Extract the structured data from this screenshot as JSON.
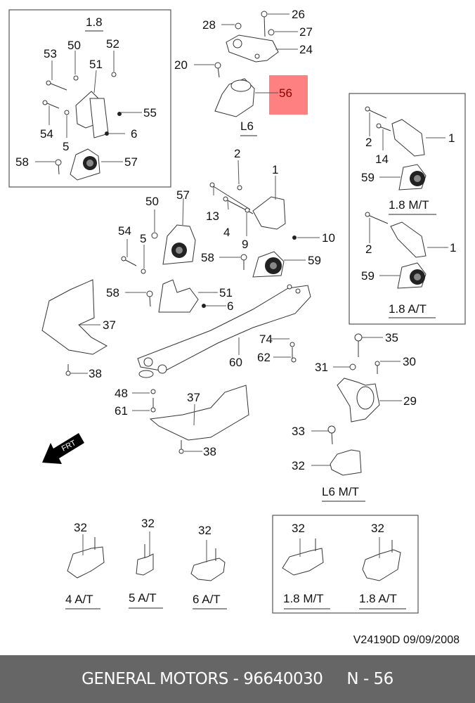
{
  "diagram": {
    "title": "Engine mount / transmission support parts diagram",
    "highlight": {
      "label": "56",
      "color": "#ff8080",
      "text_color": "#8b0000"
    },
    "groups": {
      "top_left": {
        "caption": "1.8",
        "labels": [
          "53",
          "50",
          "51",
          "52",
          "55",
          "54",
          "5",
          "6",
          "58",
          "57"
        ]
      },
      "top_center": {
        "caption": "L6",
        "labels": [
          "26",
          "28",
          "27",
          "24",
          "20",
          "56"
        ]
      },
      "right": {
        "captions": [
          "1.8 M/T",
          "1.8 A/T"
        ],
        "labels": [
          "2",
          "14",
          "1",
          "59",
          "2",
          "1",
          "59"
        ]
      },
      "center": {
        "labels": [
          "2",
          "1",
          "13",
          "4",
          "9",
          "10",
          "50",
          "57",
          "54",
          "5",
          "58",
          "59",
          "58",
          "51",
          "6",
          "37",
          "74",
          "60",
          "62",
          "38",
          "48",
          "61",
          "37",
          "38"
        ]
      },
      "l6_mt": {
        "caption": "L6 M/T",
        "labels": [
          "35",
          "31",
          "30",
          "29",
          "33",
          "32"
        ]
      },
      "bottom_variants": [
        {
          "label": "32",
          "caption": "4 A/T"
        },
        {
          "label": "32",
          "caption": "5 A/T"
        },
        {
          "label": "32",
          "caption": "6 A/T"
        },
        {
          "label": "32",
          "caption": "1.8 M/T"
        },
        {
          "label": "32",
          "caption": "1.8 A/T"
        }
      ],
      "direction_arrow": {
        "text": "FRT",
        "icon": "front-arrow-icon"
      }
    }
  },
  "doc_ref": "V24190D  09/09/2008",
  "footer": {
    "brand": "GENERAL MOTORS",
    "separator": " - ",
    "part_number": "96640030",
    "position_label": "N - 56"
  },
  "text": {
    "l53": "53",
    "l50a": "50",
    "l51a": "51",
    "l52": "52",
    "l55": "55",
    "l54a": "54",
    "l5a": "5",
    "l6a": "6",
    "l58a": "58",
    "l57a": "57",
    "l26": "26",
    "l28": "28",
    "l27": "27",
    "l24": "24",
    "l20": "20",
    "l56": "56",
    "r2a": "2",
    "r14": "14",
    "r1a": "1",
    "r59a": "59",
    "r2b": "2",
    "r1b": "1",
    "r59b": "59",
    "c2": "2",
    "c1": "1",
    "c13": "13",
    "c4": "4",
    "c9": "9",
    "c10": "10",
    "c50": "50",
    "c57": "57",
    "c54": "54",
    "c5": "5",
    "c58a": "58",
    "c59": "59",
    "c58b": "58",
    "c51": "51",
    "c6": "6",
    "c37a": "37",
    "c74": "74",
    "c60": "60",
    "c62": "62",
    "c38a": "38",
    "c48": "48",
    "c61": "61",
    "c37b": "37",
    "c38b": "38",
    "m35": "35",
    "m31": "31",
    "m30": "30",
    "m29": "29",
    "m33": "33",
    "m32": "32",
    "b32a": "32",
    "b32b": "32",
    "b32c": "32",
    "b32d": "32",
    "b32e": "32",
    "cap18": "1.8",
    "capL6": "L6",
    "cap18mt": "1.8 M/T",
    "cap18at": "1.8 A/T",
    "capL6mt": "L6 M/T",
    "cap4at": "4 A/T",
    "cap5at": "5 A/T",
    "cap6at": "6 A/T",
    "capb18mt": "1.8 M/T",
    "capb18at": "1.8 A/T",
    "frt": "FRT"
  }
}
